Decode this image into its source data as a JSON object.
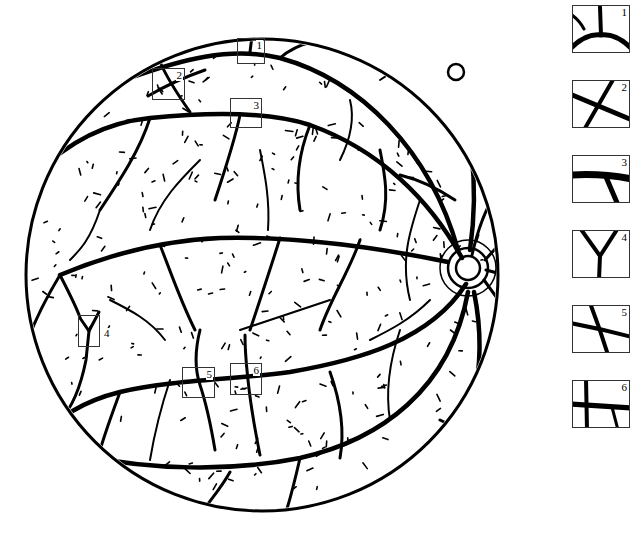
{
  "diagram": {
    "nodes": [
      {
        "text": [
          "1"
        ]
      },
      {
        "text": [
          "2"
        ]
      },
      {
        "text": [
          "3"
        ]
      },
      {
        "text": [
          "4"
        ]
      },
      {
        "text": [
          "5"
        ]
      },
      {
        "text": [
          "6"
        ]
      },
      {
        "text": [
          "1"
        ]
      },
      {
        "text": [
          "2"
        ]
      },
      {
        "text": [
          "3"
        ]
      },
      {
        "text": [
          "4"
        ]
      },
      {
        "text": [
          "5"
        ]
      },
      {
        "text": [
          "6"
        ]
      }
    ]
  }
}
